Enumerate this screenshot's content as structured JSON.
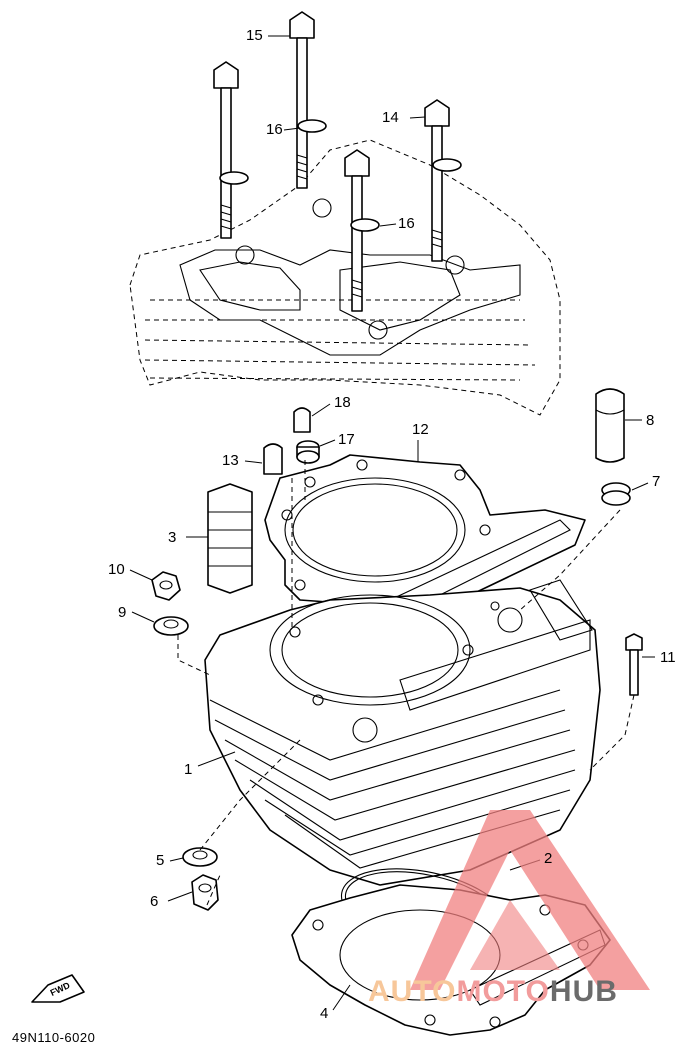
{
  "callouts": [
    {
      "id": "1",
      "label": "1"
    },
    {
      "id": "2",
      "label": "2"
    },
    {
      "id": "3",
      "label": "3"
    },
    {
      "id": "4",
      "label": "4"
    },
    {
      "id": "5",
      "label": "5"
    },
    {
      "id": "6",
      "label": "6"
    },
    {
      "id": "7",
      "label": "7"
    },
    {
      "id": "8",
      "label": "8"
    },
    {
      "id": "9",
      "label": "9"
    },
    {
      "id": "10",
      "label": "10"
    },
    {
      "id": "11",
      "label": "11"
    },
    {
      "id": "12",
      "label": "12"
    },
    {
      "id": "13",
      "label": "13"
    },
    {
      "id": "14",
      "label": "14"
    },
    {
      "id": "15",
      "label": "15"
    },
    {
      "id": "16a",
      "label": "16"
    },
    {
      "id": "16b",
      "label": "16"
    },
    {
      "id": "17",
      "label": "17"
    },
    {
      "id": "18",
      "label": "18"
    }
  ],
  "fwd_label": "FWD",
  "part_number": "49N110-6020",
  "watermark": {
    "part1": "AUTO",
    "part2": "MOTO",
    "part3": "HUB",
    "color_logo": "#f08080"
  }
}
